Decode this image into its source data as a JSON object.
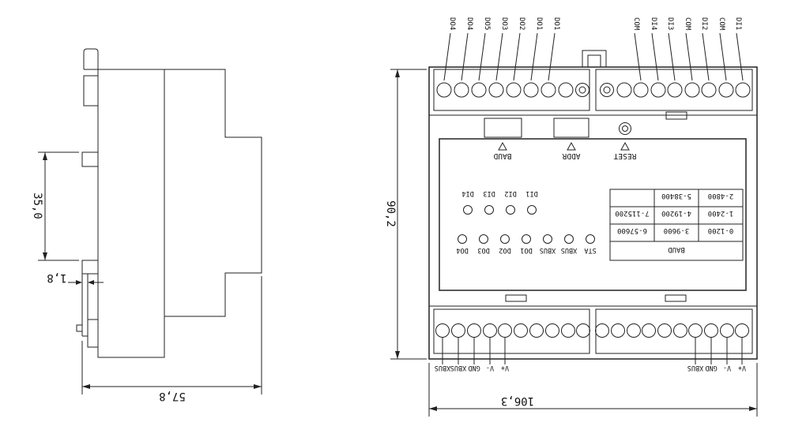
{
  "dimensions": {
    "rail_height": "35,0",
    "clip_thickness": "1,8",
    "depth": "57,8",
    "height": "90,2",
    "width": "106,3"
  },
  "front_view": {
    "top_left_terminals": [
      "DO4",
      "DO4",
      "DO5",
      "DO3",
      "DO2",
      "DO1",
      "DO1"
    ],
    "top_right_terminals": [
      "COM",
      "DI4",
      "DI3",
      "COM",
      "DI2",
      "COM",
      "DI1"
    ],
    "controls": {
      "baud_label": "BAUD",
      "addr_label": "ADDR",
      "reset_label": "RESET"
    },
    "di_leds": [
      "DI4",
      "DI3",
      "DI2",
      "DI1"
    ],
    "status_leds": [
      "DO4",
      "DO3",
      "DO2",
      "DO1",
      "XBUS",
      "XBUS",
      "STA"
    ],
    "baud_table": {
      "rows": [
        [
          "",
          "5-38400",
          "2-4800"
        ],
        [
          "7-115200",
          "4-19200",
          "1-2400"
        ],
        [
          "6-57600",
          "3-9600",
          "0-1200"
        ]
      ],
      "header": "BAUD"
    },
    "bottom_left_terminals": [
      "XBUS",
      "XBUS",
      "GND",
      "V-",
      "V+"
    ],
    "bottom_right_terminals": [
      "XBUS",
      "GND",
      "V-",
      "V+"
    ]
  }
}
